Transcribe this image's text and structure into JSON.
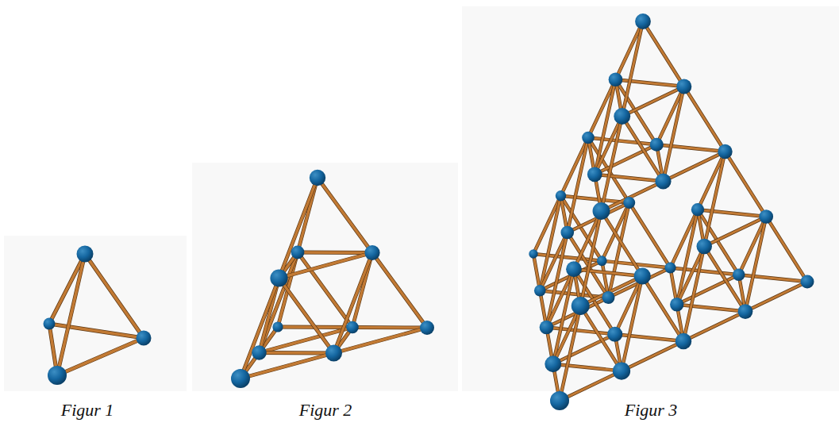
{
  "diagram": {
    "labels": [
      "Figur 1",
      "Figur 2",
      "Figur 3"
    ]
  }
}
